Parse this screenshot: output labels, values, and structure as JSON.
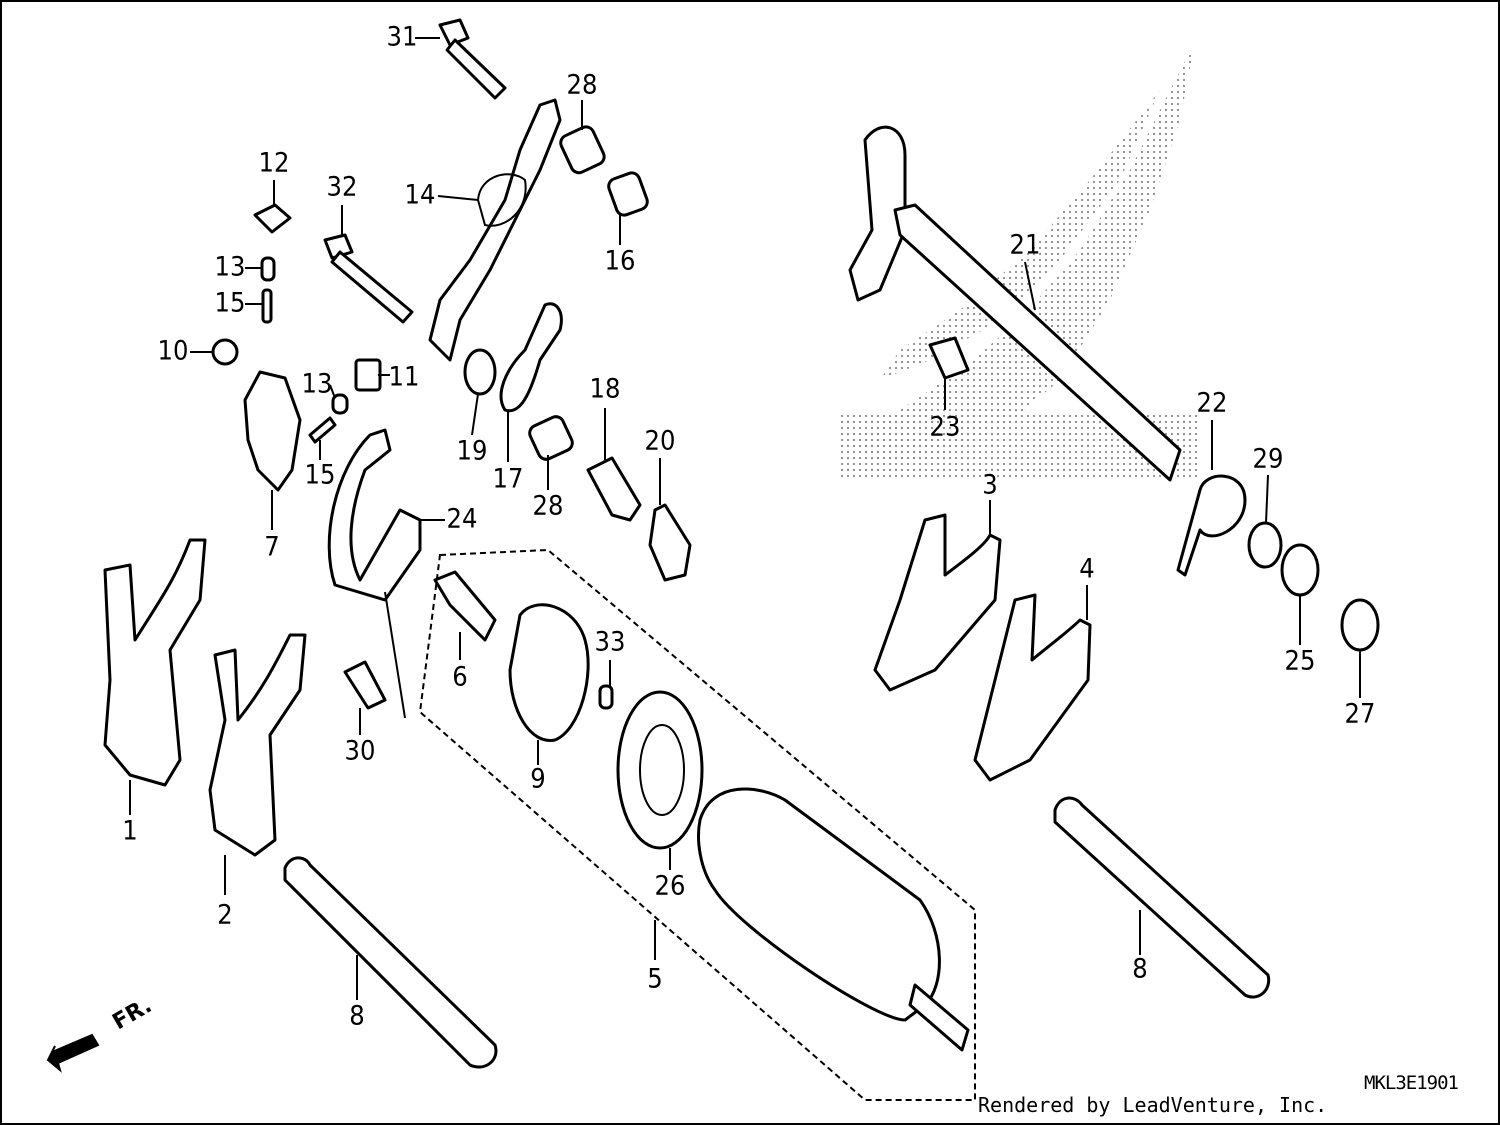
{
  "diagram": {
    "code": "MKL3E1901",
    "credit": "Rendered by LeadVenture, Inc.",
    "front_label": "FR.",
    "callouts": [
      "1",
      "2",
      "3",
      "4",
      "5",
      "6",
      "7",
      "8",
      "8",
      "9",
      "10",
      "11",
      "12",
      "13",
      "13",
      "14",
      "15",
      "15",
      "16",
      "17",
      "18",
      "19",
      "20",
      "21",
      "22",
      "23",
      "24",
      "25",
      "26",
      "27",
      "28",
      "28",
      "29",
      "30",
      "31",
      "32",
      "33"
    ]
  }
}
